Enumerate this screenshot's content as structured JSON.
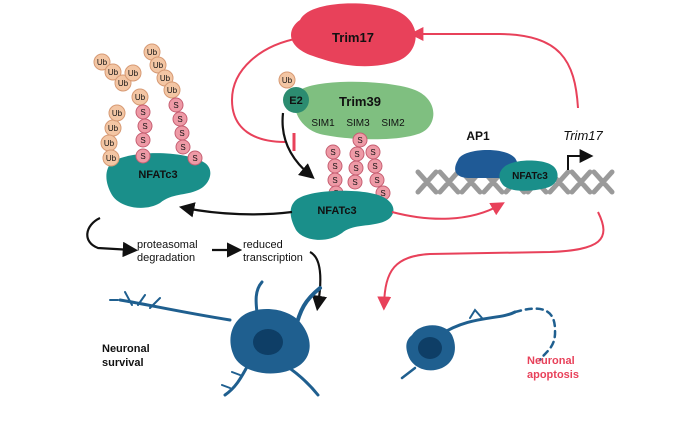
{
  "trim17": {
    "label": "Trim17"
  },
  "trim39": {
    "label": "Trim39",
    "sim1": "SIM1",
    "sim3": "SIM3",
    "sim2": "SIM2"
  },
  "e2": {
    "label": "E2"
  },
  "ub": {
    "label": "Ub"
  },
  "sumo": {
    "label": "S"
  },
  "nfatc3": {
    "label": "NFATc3"
  },
  "ap1": {
    "label": "AP1"
  },
  "gene": {
    "label": "Trim17"
  },
  "steps": {
    "degradation": [
      "proteasomal",
      "degradation"
    ],
    "transcription": [
      "reduced",
      "transcription"
    ]
  },
  "outcomes": {
    "survival": [
      "Neuronal",
      "survival"
    ],
    "apoptosis": [
      "Neuronal",
      "apoptosis"
    ]
  },
  "colors": {
    "trim17": "#e8415a",
    "trim39": "#7fbf80",
    "nfatc3": "#1a8f8a",
    "nfatc3_dark": "#0c6f6d",
    "ub": "#f3c6a4",
    "sumo": "#ee9aa6",
    "e2": "#2c8c70",
    "ap1": "#1f5a96",
    "neuron": "#1f5f8f",
    "pink_arrow": "#e8415a",
    "apoptosis_text": "#e8415a"
  }
}
